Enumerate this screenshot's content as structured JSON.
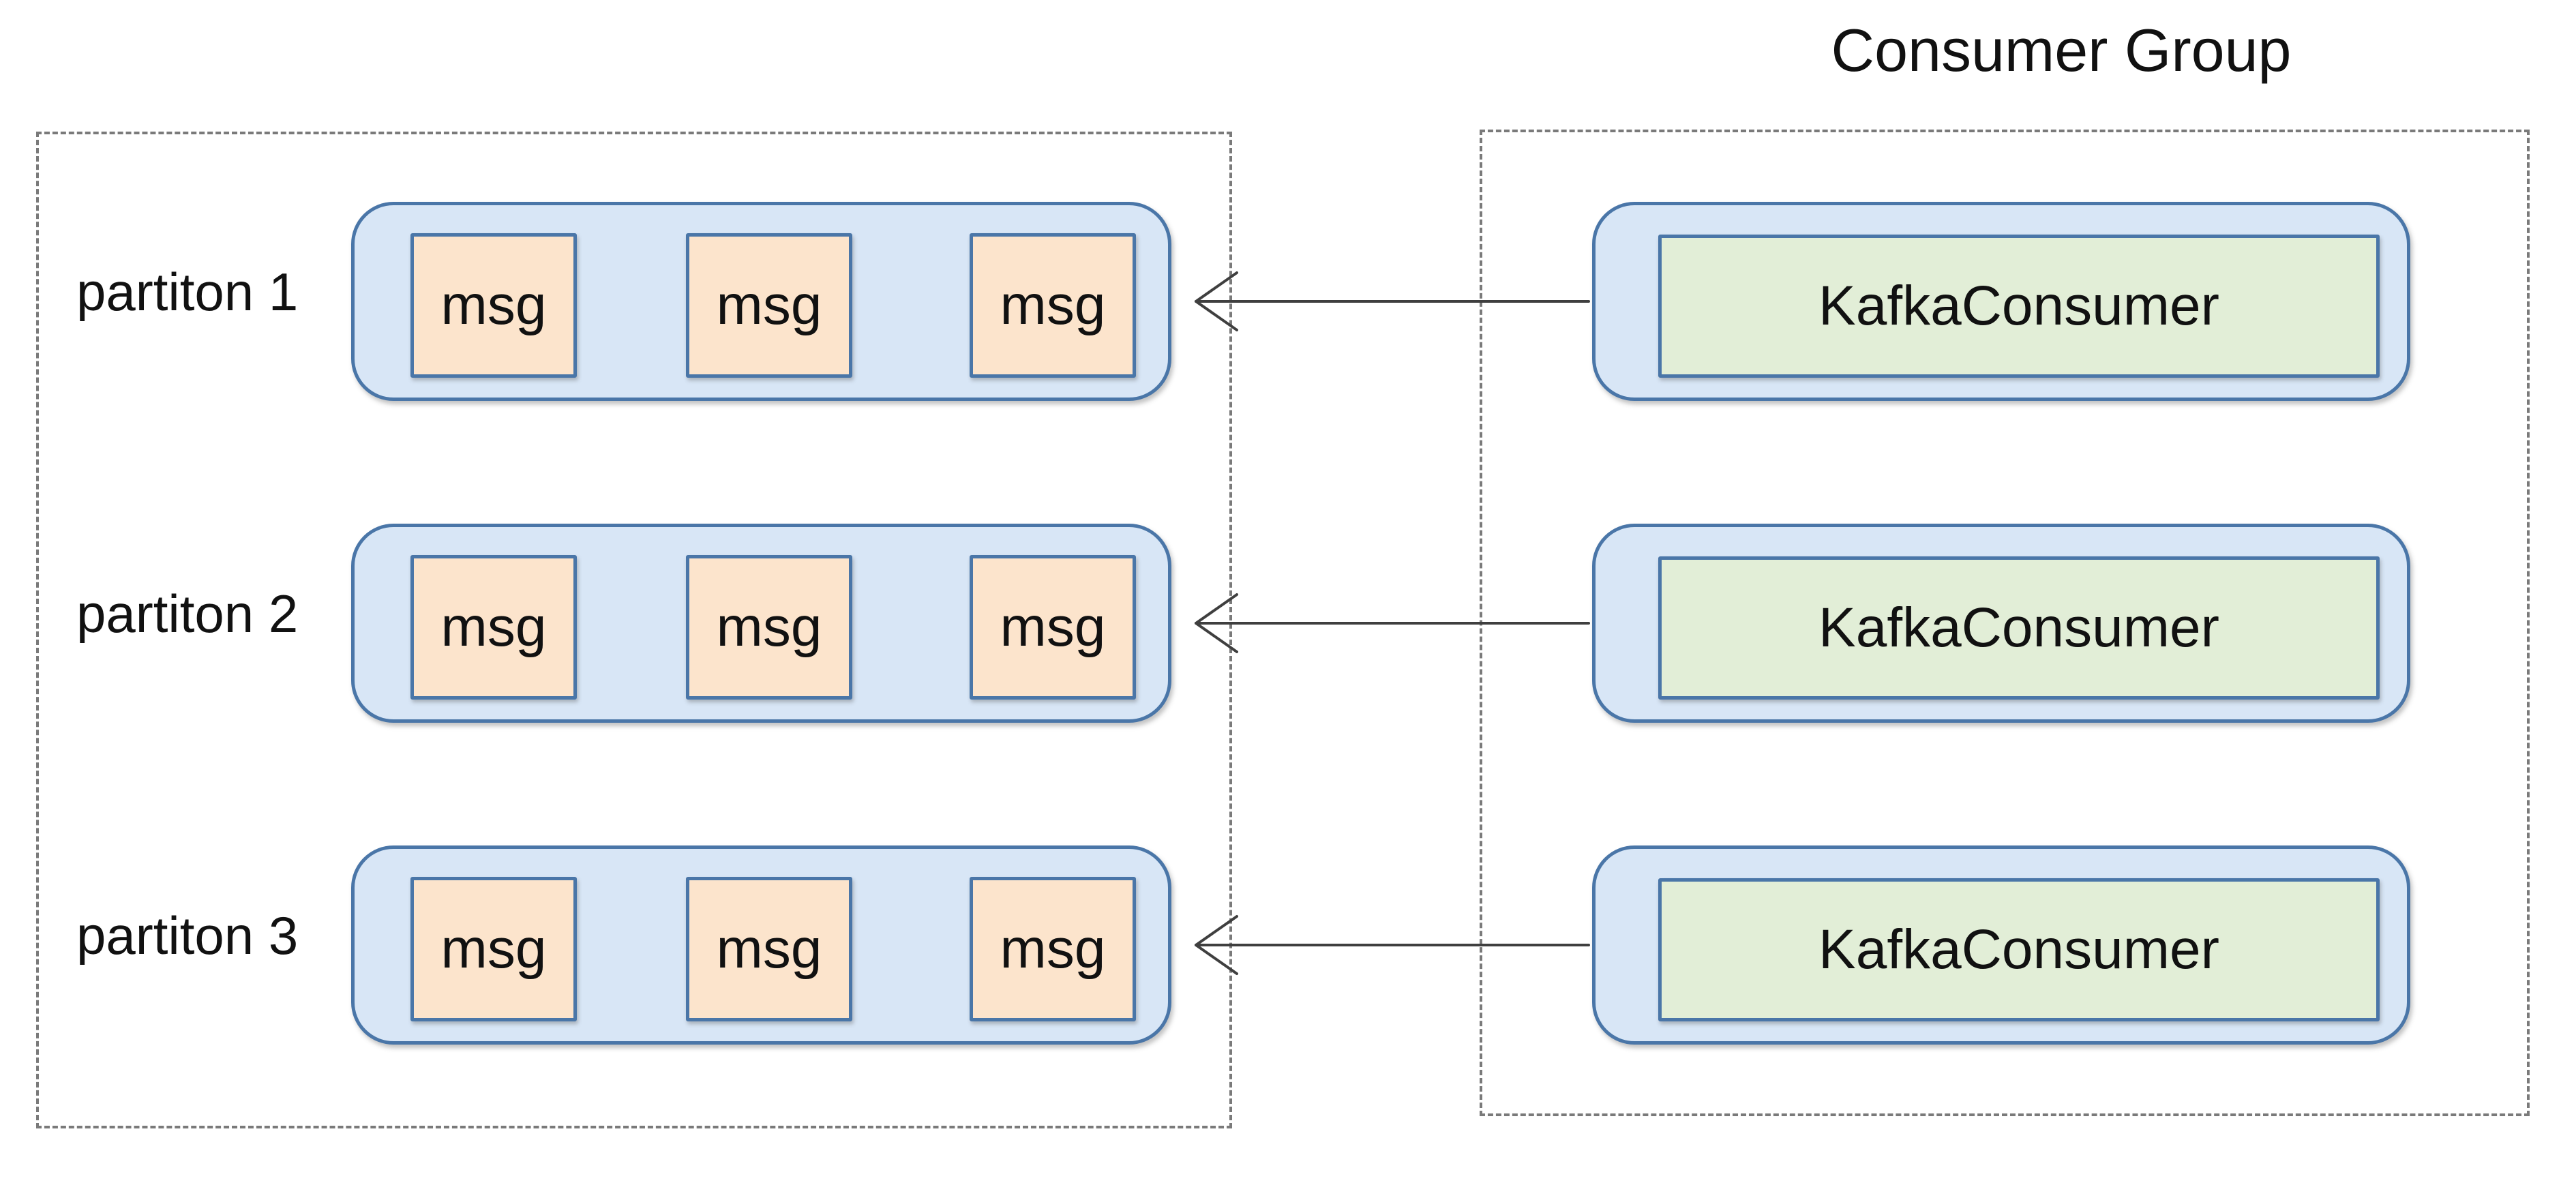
{
  "title": "Consumer Group",
  "partitions": [
    {
      "label": "partiton 1",
      "messages": [
        "msg",
        "msg",
        "msg"
      ]
    },
    {
      "label": "partiton 2",
      "messages": [
        "msg",
        "msg",
        "msg"
      ]
    },
    {
      "label": "partiton 3",
      "messages": [
        "msg",
        "msg",
        "msg"
      ]
    }
  ],
  "consumers": [
    {
      "label": "KafkaConsumer"
    },
    {
      "label": "KafkaConsumer"
    },
    {
      "label": "KafkaConsumer"
    }
  ],
  "arrows": [
    {
      "from": "KafkaConsumer 1",
      "to": "partiton 1"
    },
    {
      "from": "KafkaConsumer 2",
      "to": "partiton 2"
    },
    {
      "from": "KafkaConsumer 3",
      "to": "partiton 3"
    }
  ],
  "colors": {
    "background": "#ffffff",
    "box_border_blue": "#4a76a8",
    "box_fill_blue": "#d8e6f6",
    "message_fill_peach": "#fce4cc",
    "consumer_fill_green": "#e2eed7",
    "dashed_border_gray": "#7a7a7a",
    "arrow_gray": "#3f3f3f",
    "text": "#111111"
  }
}
